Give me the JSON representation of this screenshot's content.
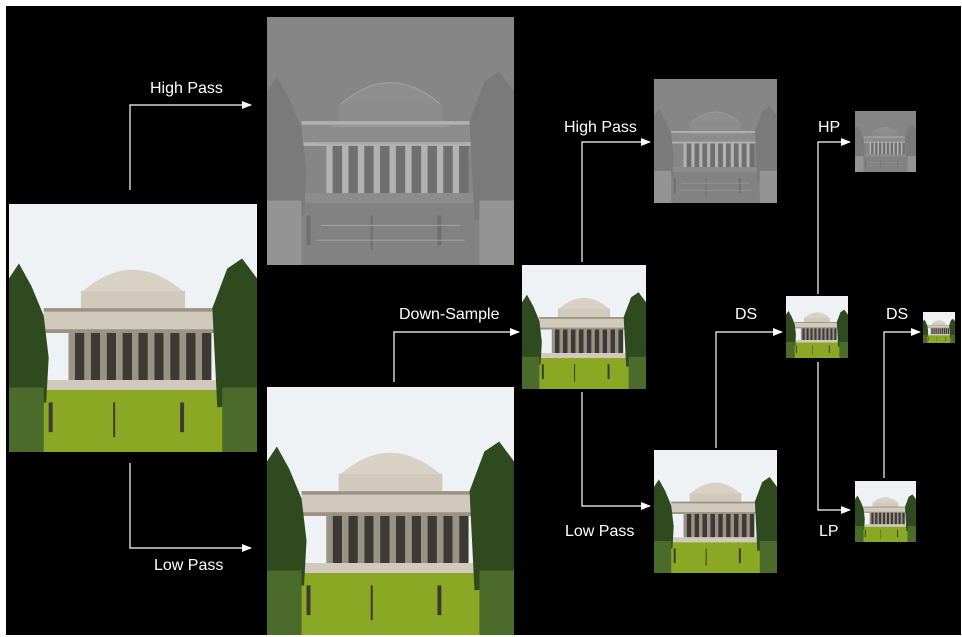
{
  "labels": {
    "high_pass_1": "High Pass",
    "low_pass_1": "Low Pass",
    "down_sample_1": "Down-Sample",
    "high_pass_2": "High Pass",
    "low_pass_2": "Low Pass",
    "ds_2": "DS",
    "hp_3": "HP",
    "lp_3": "LP",
    "ds_3": "DS"
  },
  "colors": {
    "background": "#000000",
    "arrow": "#ffffff",
    "highpass_gray": "#868686",
    "sky": "#eef2f4",
    "dome": "#d9d2c4",
    "building": "#d0c9bc",
    "column_shadow": "#3d3a35",
    "grass": "#8aa824",
    "tree": "#2f4a1f"
  }
}
